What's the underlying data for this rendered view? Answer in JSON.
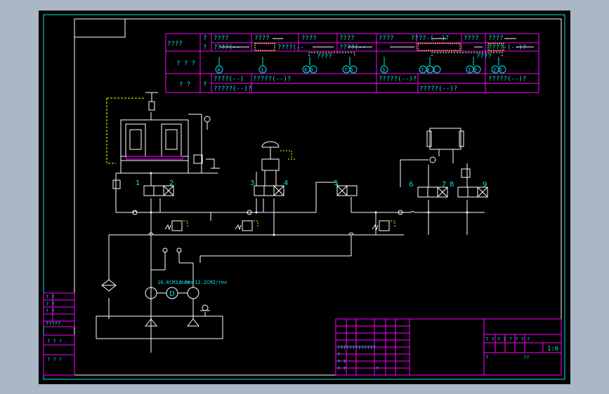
{
  "colors": {
    "background": "#000000",
    "viewport": "#a9b7c6",
    "frame": "#00e5e5",
    "lines": "#ffffff",
    "text": "#00e5e5",
    "hidden_lines": "#ffff00",
    "accent": "#ff00ff"
  },
  "table": {
    "header_left_1": "????",
    "header_left_2": "?",
    "header_left_3": "?",
    "row2_left": "? ? ?",
    "row3_left": "?  ?",
    "row3_mid": "?",
    "col_head_1": "????",
    "col_head_2": "????",
    "col_head_3": "????",
    "col_head_4": "????",
    "col_head_5": "????",
    "col_head_6": "????",
    "col_head_7": "????",
    "row1_b1": "????(--",
    "row1_b2": "????(--",
    "row1_b3": "????(--",
    "row1_c": "????-(--)?",
    "row1_end": "????-(--)?",
    "group_label_1": "????",
    "group_label_2": "????",
    "circle_1": "4",
    "circle_2": "1",
    "circle_3": "6 9",
    "circle_4": "7 5",
    "circle_5": "3",
    "circle_6": "7 8 1",
    "circle_7": "1 9",
    "circle_8": "2 5",
    "bottom_1": "????(--)",
    "bottom_2": "?????(--)?",
    "bottom_3": "?????(--)?",
    "bottom_4": "?????(--)?",
    "bottom_5": "?????(--)?",
    "bottom_6": "?????(--)?"
  },
  "valves": {
    "v1": "1",
    "v2": "2",
    "v3": "3",
    "v4": "4",
    "v5": "5",
    "v6": "6",
    "v7": "7",
    "v8": "8",
    "v9": "9"
  },
  "pump": {
    "label": "D",
    "flow1": "16.6CM3/rev",
    "pressure": "6.5kw",
    "flow2": "12.2CM3/rev"
  },
  "left_block": {
    "r1": "? ?",
    "r2": "? ?",
    "r3": "? ?",
    "r4": "?????",
    "r5": "? ? ?",
    "r6": "? ? ?"
  },
  "title_block": {
    "scale": "1:6",
    "row_a": "? ? ? ? ? ? ? ?",
    "row_b": "?",
    "row_c": "??",
    "left_r1": "?????????????",
    "left_r2": "?",
    "left_r3": "? ?",
    "left_r4": "? ?",
    "left_r5": "?"
  }
}
